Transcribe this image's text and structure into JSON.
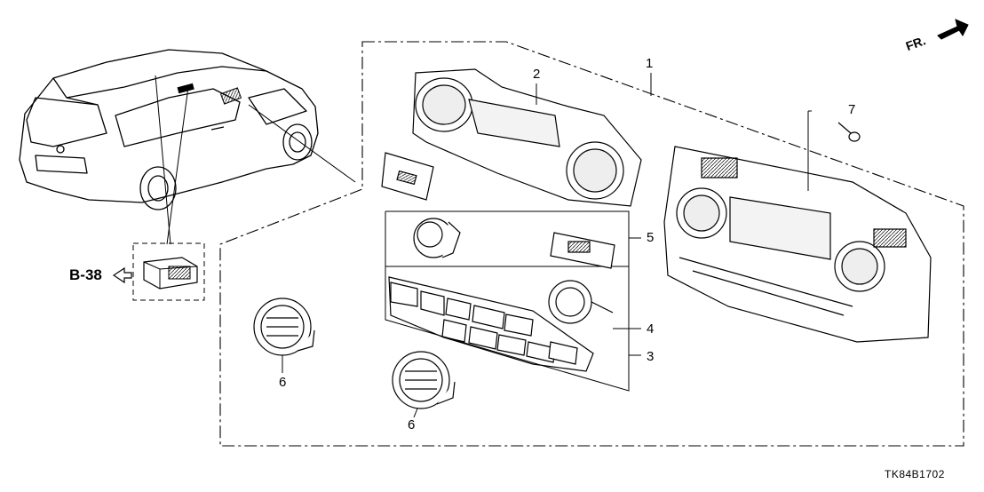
{
  "diagram": {
    "direction_label": "FR.",
    "reference_label": "B-38",
    "drawing_code": "TK84B1702",
    "callouts": [
      {
        "id": "c1",
        "number": "1"
      },
      {
        "id": "c2",
        "number": "2"
      },
      {
        "id": "c3",
        "number": "3"
      },
      {
        "id": "c4",
        "number": "4"
      },
      {
        "id": "c5",
        "number": "5"
      },
      {
        "id": "c6a",
        "number": "6"
      },
      {
        "id": "c6b",
        "number": "6"
      },
      {
        "id": "c7",
        "number": "7"
      }
    ]
  },
  "style": {
    "ink": "#000000",
    "paper": "#ffffff",
    "fill": "#e6e6e6"
  }
}
